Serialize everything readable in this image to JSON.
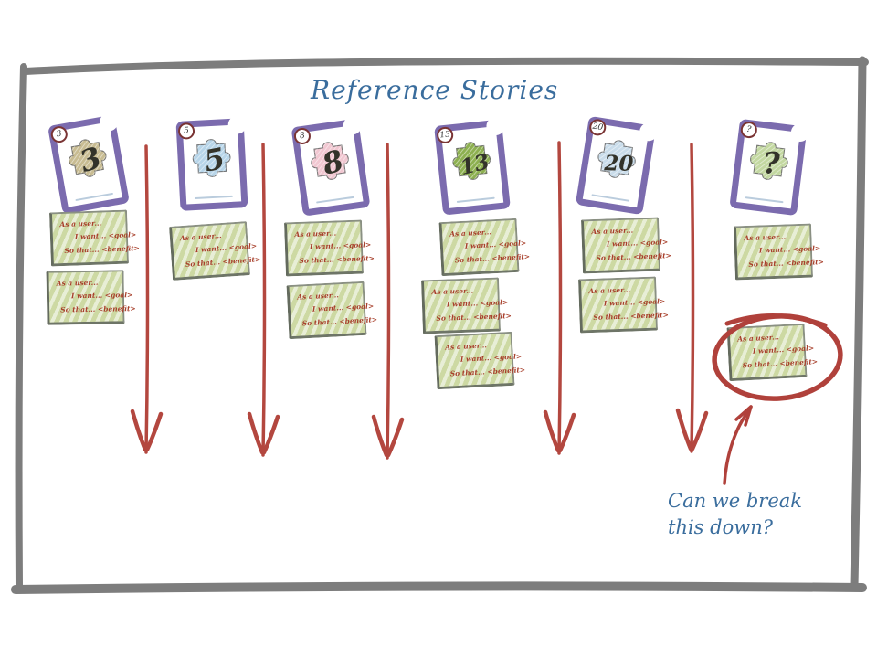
{
  "title": "Reference Stories",
  "annotation": {
    "line1": "Can we break",
    "line2": "this down?"
  },
  "note_template": {
    "line1": "As a user...",
    "line2": "I want... <goal>",
    "line3": "So that... <benefit>"
  },
  "cards": [
    {
      "value": "3",
      "puzzle_color": "#c8bc92"
    },
    {
      "value": "5",
      "puzzle_color": "#b7d5e9"
    },
    {
      "value": "8",
      "puzzle_color": "#f1c7d1"
    },
    {
      "value": "13",
      "puzzle_color": "#8db050"
    },
    {
      "value": "20",
      "puzzle_color": "#c9dcea"
    },
    {
      "value": "?",
      "puzzle_color": "#c3d8a1"
    }
  ],
  "columns": [
    {
      "card": "3",
      "note_count": 2
    },
    {
      "card": "5",
      "note_count": 1
    },
    {
      "card": "8",
      "note_count": 2
    },
    {
      "card": "13",
      "note_count": 3
    },
    {
      "card": "20",
      "note_count": 2
    },
    {
      "card": "?",
      "note_count": 2,
      "circled_note": true
    }
  ],
  "colors": {
    "title_text": "#3a6d9d",
    "annotation_text": "#3a6d9d",
    "arrow_red": "#b3473f",
    "highlight_red": "#b0413b",
    "note_bg": "#cdd9a3",
    "note_text": "#a8402c",
    "card_border": "#7b6bae",
    "frame_gray": "#7d7d7d"
  }
}
